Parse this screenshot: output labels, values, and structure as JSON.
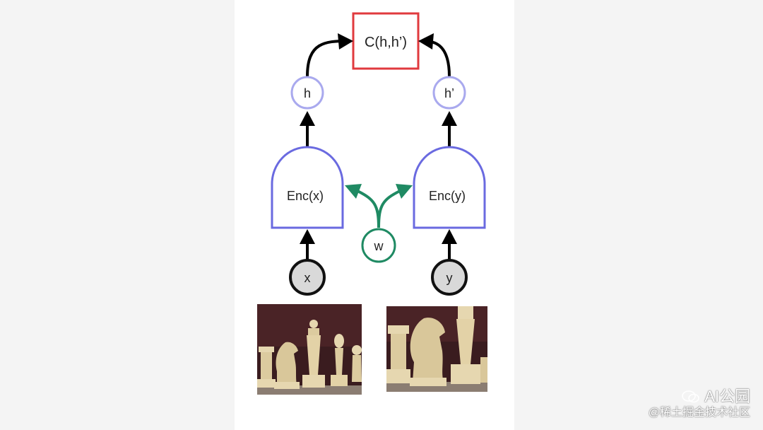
{
  "diagram": {
    "cost_label": "C(h,h’)",
    "h_label": "h",
    "h_prime_label": "h’",
    "enc_x_label": "Enc(x)",
    "enc_y_label": "Enc(y)",
    "w_label": "w",
    "x_label": "x",
    "y_label": "y"
  },
  "colors": {
    "cost_border": "#e03a3e",
    "encoder": "#6a6ae0",
    "latent_node": "#a9a9ee",
    "w_node": "#1f8a63",
    "input_node_fill": "#d9d9d9",
    "arrow": "#000000"
  },
  "watermark": {
    "top": "AI公园",
    "bottom": "@稀土掘金技术社区"
  }
}
